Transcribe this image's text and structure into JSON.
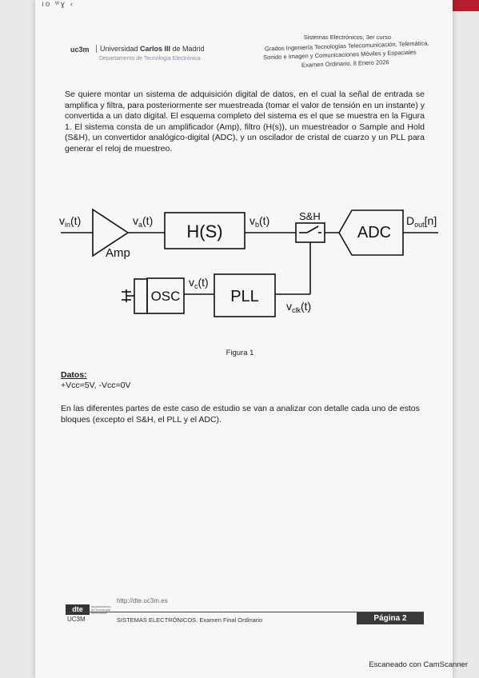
{
  "header": {
    "uni_logo": "uc3m",
    "uni_name_prefix": "Universidad ",
    "uni_name_bold": "Carlos III",
    "uni_name_suffix": " de Madrid",
    "department": "Departamento de Tecnología Electrónica",
    "course": "Sistemas Electrónicos, 3er curso",
    "degrees_line1": "Grados Ingeniería Tecnologías Telecomunicación, Telemática,",
    "degrees_line2": "Sonido e Imagen y Comunicaciones Móviles y Espaciales",
    "exam": "Examen Ordinario, 8 Enero 2026"
  },
  "intro_paragraph": "Se quiere montar un sistema de adquisición digital de datos, en el cual la señal de entrada se amplifica y filtra, para posteriormente ser muestreada (tomar el valor de tensión en un instante) y convertida a un dato digital. El esquema completo del sistema es el que se muestra en la Figura 1. El sistema consta de un amplificador (Amp), filtro (H(s)), un muestreador o Sample and Hold (S&H), un convertidor analógico-digital (ADC), y un oscilador de cristal de cuarzo y un PLL para generar el reloj de muestreo.",
  "figure": {
    "vin": "v",
    "vin_sub": "in",
    "vin_suffix": "(t)",
    "va": "v",
    "va_sub": "a",
    "va_suffix": "(t)",
    "hs": "H(S)",
    "vb": "v",
    "vb_sub": "b",
    "vb_suffix": "(t)",
    "sh": "S&H",
    "adc": "ADC",
    "dout": "D",
    "dout_sub": "out",
    "dout_suffix": "[n]",
    "amp": "Amp",
    "osc": "OSC",
    "vc": "v",
    "vc_sub": "c",
    "vc_suffix": "(t)",
    "pll": "PLL",
    "vclk": "v",
    "vclk_sub": "clk",
    "vclk_suffix": "(t)",
    "caption": "Figura 1"
  },
  "datos": {
    "title": "Datos:",
    "value": "+Vcc=5V, -Vcc=0V"
  },
  "outro_paragraph": "En las diferentes partes de este caso de estudio se van a analizar con detalle cada uno de estos bloques (excepto el S&H, el PLL y el ADC).",
  "footer": {
    "dte_logo": "dte",
    "dte_small": "departamento de tecnología electrónica",
    "url": "http://dte.uc3m.es",
    "uc3m": "UC3M",
    "subject": "SISTEMAS ELECTRÓNICOS. Examen Final Ordinario",
    "page": "Página 2"
  },
  "scanner_note": "Escaneado con CamScanner",
  "scrap_text": "ıo ʷɣ ‹"
}
